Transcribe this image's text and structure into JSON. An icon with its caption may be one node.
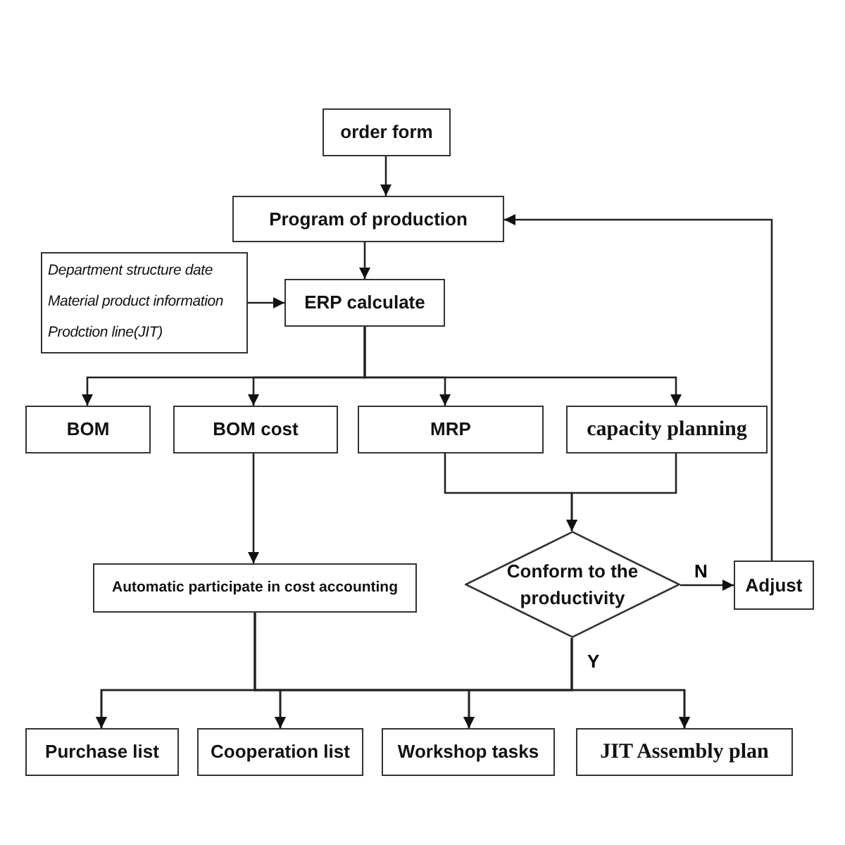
{
  "diagram": {
    "nodes": [
      {
        "text": [
          "order form"
        ]
      },
      {
        "text": [
          "Program of production"
        ]
      },
      {
        "text": [
          "Department structure date",
          "Material product information",
          "Prodction line(JIT)"
        ]
      },
      {
        "text": [
          "ERP calculate"
        ]
      },
      {
        "text": [
          "BOM"
        ]
      },
      {
        "text": [
          "BOM cost"
        ]
      },
      {
        "text": [
          "MRP"
        ]
      },
      {
        "text": [
          "capacity planning"
        ]
      },
      {
        "text": [
          "Automatic participate in cost accounting"
        ]
      },
      {
        "text": [
          "Conform to the productivity"
        ]
      },
      {
        "text": [
          "Adjust"
        ]
      },
      {
        "text": [
          "Purchase list"
        ]
      },
      {
        "text": [
          "Cooperation list"
        ]
      },
      {
        "text": [
          "Workshop tasks"
        ]
      },
      {
        "text": [
          "JIT Assembly plan"
        ]
      }
    ],
    "edges": [
      {
        "from": 0,
        "to": 1,
        "arrow": "to"
      },
      {
        "from": 2,
        "to": 3,
        "arrow": "to"
      },
      {
        "from": 1,
        "to": 3,
        "arrow": "to"
      },
      {
        "from": 3,
        "to": 4,
        "arrow": "to"
      },
      {
        "from": 3,
        "to": 5,
        "arrow": "to"
      },
      {
        "from": 3,
        "to": 6,
        "arrow": "to"
      },
      {
        "from": 3,
        "to": 7,
        "arrow": "to"
      },
      {
        "from": 5,
        "to": 8,
        "arrow": "to"
      },
      {
        "from": 6,
        "to": 9,
        "arrow": "to"
      },
      {
        "from": 7,
        "to": 9,
        "arrow": "to"
      },
      {
        "from": 9,
        "to": 10,
        "label": "N",
        "arrow": "to"
      },
      {
        "from": 10,
        "to": 1,
        "arrow": "to"
      },
      {
        "from": 8,
        "to": 11,
        "arrow": "to"
      },
      {
        "from": 8,
        "to": 12,
        "arrow": "to"
      },
      {
        "from": 8,
        "to": 13,
        "arrow": "to"
      },
      {
        "from": 8,
        "to": 14,
        "arrow": "to"
      },
      {
        "from": 9,
        "to": 11,
        "label": "Y",
        "arrow": "to"
      },
      {
        "from": 9,
        "to": 12,
        "arrow": "to"
      },
      {
        "from": 9,
        "to": 13,
        "arrow": "to"
      },
      {
        "from": 9,
        "to": 14,
        "arrow": "to"
      }
    ]
  }
}
